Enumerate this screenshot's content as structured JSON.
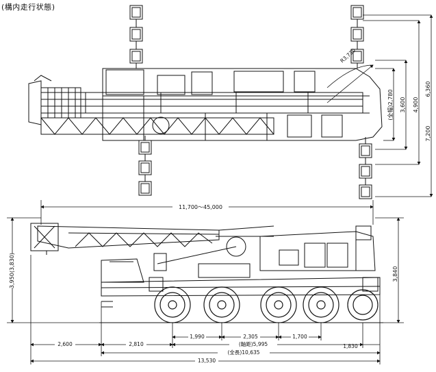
{
  "caption": "(構内走行状態)",
  "top_view": {
    "dims_right": [
      "R3,730",
      "(全幅)2,780",
      "3,600",
      "4,900",
      "6,360",
      "7,200"
    ]
  },
  "side_view": {
    "boom_length": "11,700～45,000",
    "height_left": "3,950(3,830)",
    "height_right": "3,840",
    "dims_bottom": {
      "front_overhang": "2,600",
      "cab_to_axle": "2,810",
      "axle1": "1,990",
      "axle2": "2,305",
      "axle3": "1,700",
      "wheelbase": "(軸距)5,995",
      "rear_overhang": "1,830",
      "overall_length": "(全長)10,635",
      "total": "13,530"
    }
  }
}
